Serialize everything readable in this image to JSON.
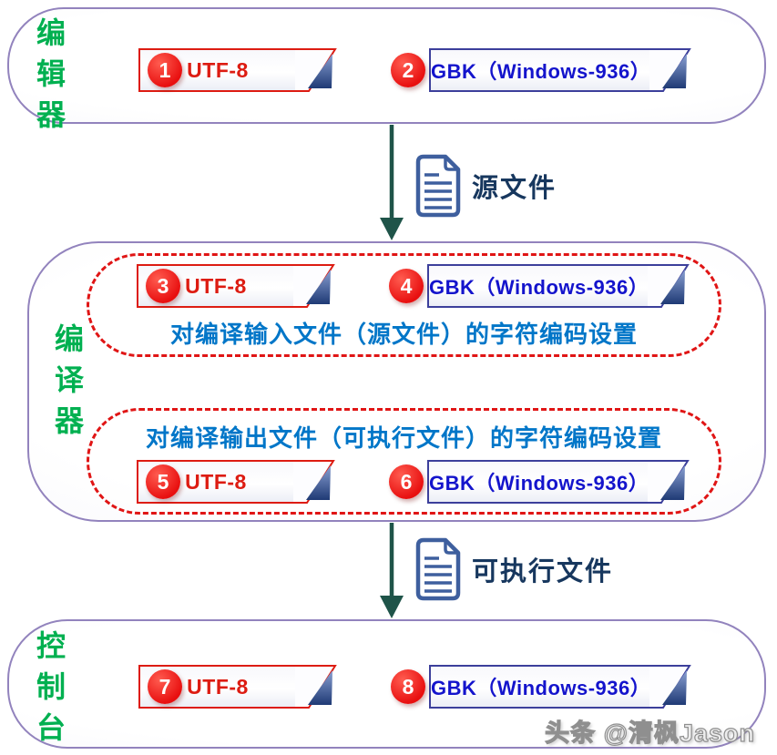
{
  "sections": {
    "editor": {
      "label": "编辑器",
      "boxes": [
        {
          "num": "1",
          "label": "UTF-8"
        },
        {
          "num": "2",
          "label": "GBK（Windows-936）"
        }
      ]
    },
    "compiler": {
      "label": "编译器",
      "groups": [
        {
          "caption": "对编译输入文件（源文件）的字符编码设置",
          "boxes": [
            {
              "num": "3",
              "label": "UTF-8"
            },
            {
              "num": "4",
              "label": "GBK（Windows-936）"
            }
          ]
        },
        {
          "caption": "对编译输出文件（可执行文件）的字符编码设置",
          "boxes": [
            {
              "num": "5",
              "label": "UTF-8"
            },
            {
              "num": "6",
              "label": "GBK（Windows-936）"
            }
          ]
        }
      ]
    },
    "console": {
      "label": "控制台",
      "boxes": [
        {
          "num": "7",
          "label": "UTF-8"
        },
        {
          "num": "8",
          "label": "GBK（Windows-936）"
        }
      ]
    }
  },
  "connectors": [
    {
      "file_label": "源文件"
    },
    {
      "file_label": "可执行文件"
    }
  ],
  "watermark": "头条 @清枫Jason",
  "colors": {
    "section_label_green": "#00B050",
    "stage_border_purple": "#9283BD",
    "utf8_red": "#DD1C12",
    "gbk_text_blue": "#1414CC",
    "gbk_border_navy": "#3C3F9B",
    "badge_red": "#E80F0F",
    "caption_blue": "#0076C8",
    "dashed_red": "#E01515",
    "arrow_green": "#1F5449",
    "doc_icon_blue": "#3E5F9E",
    "file_label_navy": "#17375E"
  }
}
